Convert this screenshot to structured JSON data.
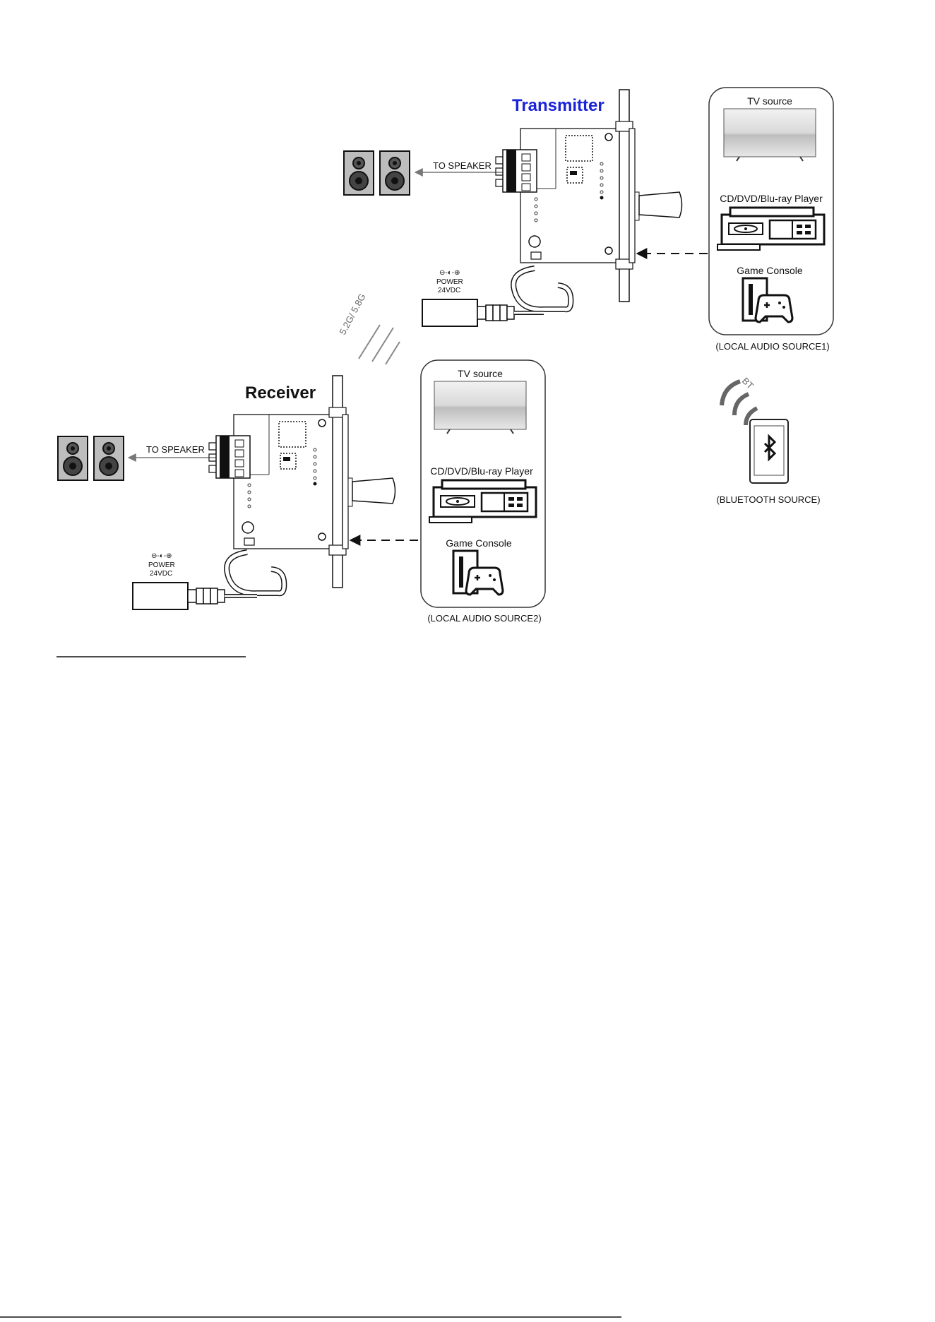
{
  "transmitter": {
    "title": "Transmitter",
    "to_speaker": "TO SPEAKER",
    "power_symbol": "⊖-◐-⊕",
    "power_label": "POWER",
    "power_voltage": "24VDC",
    "title_color": "#1a23d8"
  },
  "receiver": {
    "title": "Receiver",
    "to_speaker": "TO SPEAKER",
    "power_symbol": "⊖-◐-⊕",
    "power_label": "POWER",
    "power_voltage": "24VDC"
  },
  "wireless_label": "5.2G/ 5.8G",
  "source_box_1": {
    "items": [
      "TV source",
      "CD/DVD/Blu-ray Player",
      "Game Console"
    ],
    "caption": "(LOCAL AUDIO SOURCE1)"
  },
  "source_box_2": {
    "items": [
      "TV source",
      "CD/DVD/Blu-ray Player",
      "Game Console"
    ],
    "caption": "(LOCAL AUDIO SOURCE2)"
  },
  "bluetooth": {
    "bt_label": "BT",
    "caption": "(BLUETOOTH SOURCE)"
  },
  "icons": [
    "speaker-icon",
    "tv-icon",
    "disc-player-icon",
    "game-console-icon",
    "phone-bluetooth-icon",
    "power-adapter-icon"
  ]
}
